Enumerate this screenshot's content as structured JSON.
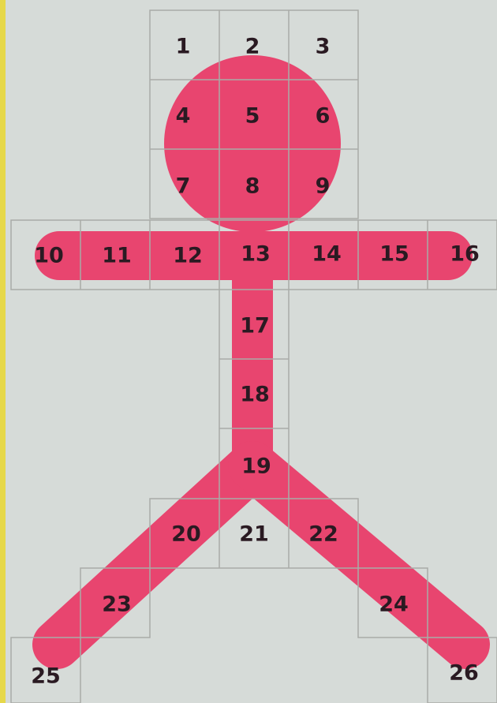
{
  "colors": {
    "paper": "#d6dbd8",
    "figure": "#e8456f",
    "grid_line": "#a9aba7",
    "number_text": "#2a1a22",
    "edge_strip": "#e6d84a"
  },
  "cells": [
    {
      "id": "cell-1",
      "label": "1"
    },
    {
      "id": "cell-2",
      "label": "2"
    },
    {
      "id": "cell-3",
      "label": "3"
    },
    {
      "id": "cell-4",
      "label": "4"
    },
    {
      "id": "cell-5",
      "label": "5"
    },
    {
      "id": "cell-6",
      "label": "6"
    },
    {
      "id": "cell-7",
      "label": "7"
    },
    {
      "id": "cell-8",
      "label": "8"
    },
    {
      "id": "cell-9",
      "label": "9"
    },
    {
      "id": "cell-10",
      "label": "10"
    },
    {
      "id": "cell-11",
      "label": "11"
    },
    {
      "id": "cell-12",
      "label": "12"
    },
    {
      "id": "cell-13",
      "label": "13"
    },
    {
      "id": "cell-14",
      "label": "14"
    },
    {
      "id": "cell-15",
      "label": "15"
    },
    {
      "id": "cell-16",
      "label": "16"
    },
    {
      "id": "cell-17",
      "label": "17"
    },
    {
      "id": "cell-18",
      "label": "18"
    },
    {
      "id": "cell-19",
      "label": "19"
    },
    {
      "id": "cell-20",
      "label": "20"
    },
    {
      "id": "cell-21",
      "label": "21"
    },
    {
      "id": "cell-22",
      "label": "22"
    },
    {
      "id": "cell-23",
      "label": "23"
    },
    {
      "id": "cell-24",
      "label": "24"
    },
    {
      "id": "cell-25",
      "label": "25"
    },
    {
      "id": "cell-26",
      "label": "26"
    }
  ]
}
